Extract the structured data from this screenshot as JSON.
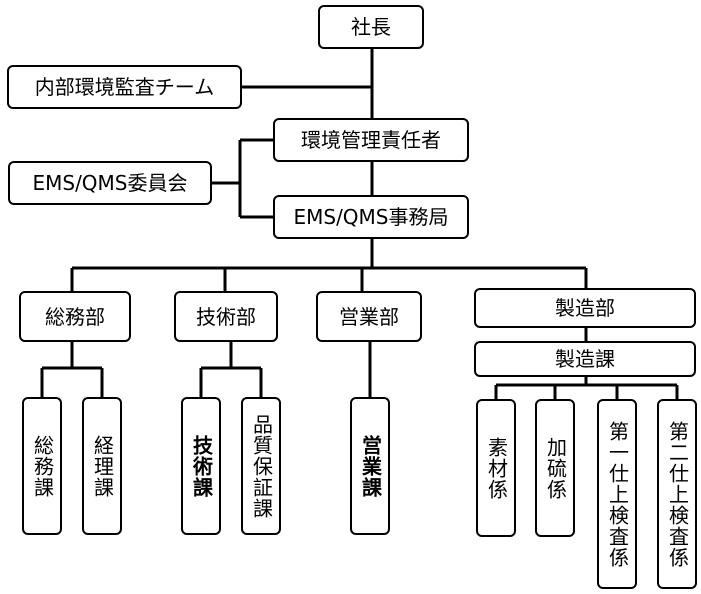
{
  "org_chart": {
    "president": "社長",
    "internal_audit_team": "内部環境監査チーム",
    "env_manager": "環境管理責任者",
    "ems_committee": "EMS/QMS委員会",
    "ems_office": "EMS/QMS事務局",
    "departments": {
      "general_affairs": {
        "label": "総務部",
        "sections": [
          "総務課",
          "経理課"
        ]
      },
      "technical": {
        "label": "技術部",
        "sections": [
          "技術課",
          "品質保証課"
        ]
      },
      "sales": {
        "label": "営業部",
        "sections": [
          "営業課"
        ]
      },
      "manufacturing": {
        "label": "製造部",
        "section": "製造課",
        "teams": [
          "素材係",
          "加硫係",
          "第一仕上検査係",
          "第二仕上検査係"
        ]
      }
    }
  }
}
